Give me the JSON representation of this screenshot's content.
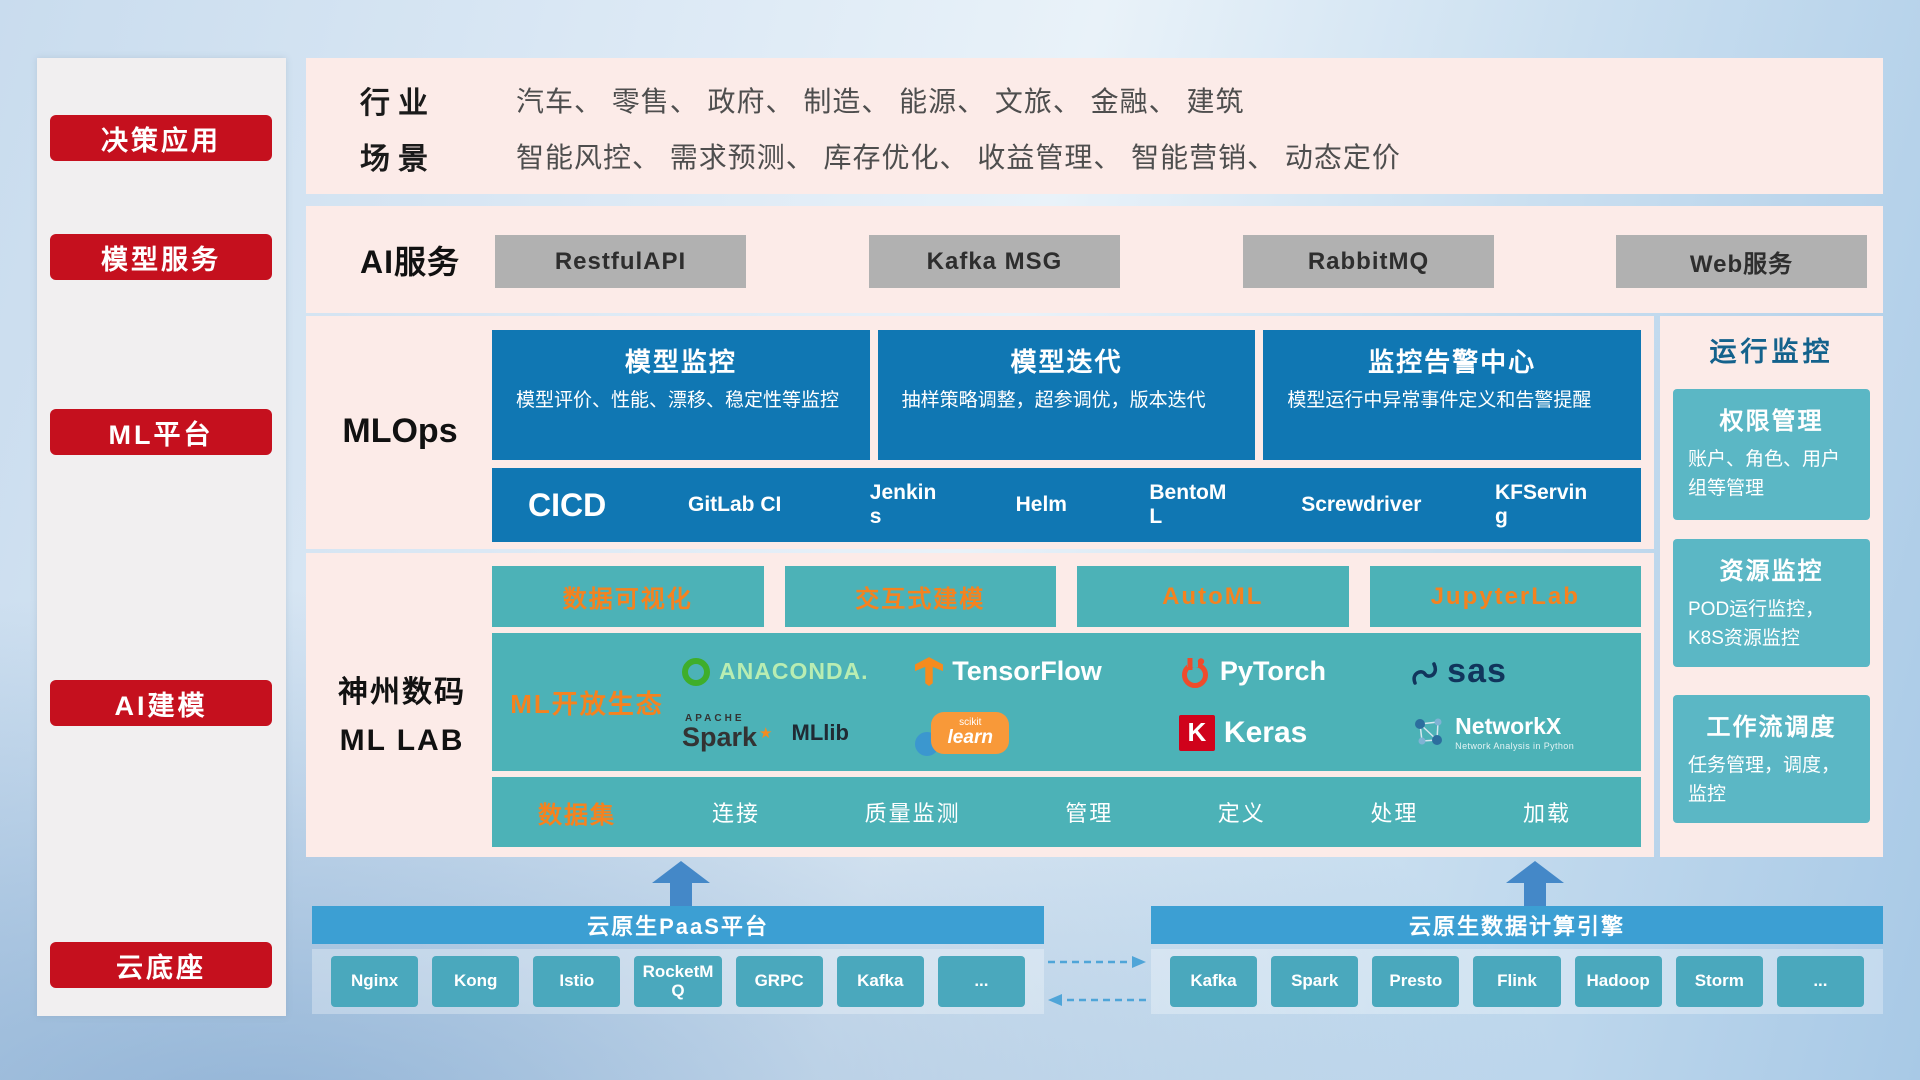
{
  "colors": {
    "red": "#c5101e",
    "pink": "#fcebe8",
    "blue": "#1077b3",
    "teal": "#4cb2b7",
    "tealLight": "#5bb7c5",
    "orange": "#f5821f",
    "grayBtn": "#b1b1b1",
    "headerBlue": "#3c9fd3",
    "btnTeal": "#4aa8bd",
    "arrowBlue": "#4488c8",
    "sidebarBg": "#f1eff0",
    "darkTitle": "#14628c"
  },
  "sidebar": {
    "items": [
      {
        "label": "决策应用"
      },
      {
        "label": "模型服务"
      },
      {
        "label": "ML平台"
      },
      {
        "label": "AI建模"
      },
      {
        "label": "云底座"
      }
    ]
  },
  "industry": {
    "row1_label": "行业",
    "row1_value": "汽车、 零售、 政府、 制造、 能源、 文旅、 金融、 建筑",
    "row2_label": "场景",
    "row2_value": "智能风控、 需求预测、 库存优化、 收益管理、 智能营销、 动态定价"
  },
  "ai_service": {
    "label": "AI服务",
    "services": [
      "RestfulAPI",
      "Kafka MSG",
      "RabbitMQ",
      "Web服务"
    ]
  },
  "mlops": {
    "label": "MLOps",
    "cards": [
      {
        "title": "模型监控",
        "desc": "模型评价、性能、漂移、稳定性等监控"
      },
      {
        "title": "模型迭代",
        "desc": "抽样策略调整，超参调优，版本迭代"
      },
      {
        "title": "监控告警中心",
        "desc": "模型运行中异常事件定义和告警提醒"
      }
    ],
    "cicd_label": "CICD",
    "cicd_tools": [
      "GitLab CI",
      "Jenkins",
      "Helm",
      "BentoML",
      "Screwdriver",
      "KFServing"
    ]
  },
  "mllab": {
    "label_line1": "神州数码",
    "label_line2": "ML LAB",
    "top_tools": [
      "数据可视化",
      "交互式建模",
      "AutoML",
      "JupyterLab"
    ],
    "eco_label": "ML开放生态",
    "logos": {
      "anaconda": "ANACONDA.",
      "tensorflow": "TensorFlow",
      "pytorch": "PyTorch",
      "sas": "sas",
      "apache": "APACHE",
      "spark": "Spark",
      "mllib": "MLlib",
      "scikit_top": "scikit",
      "scikit": "learn",
      "keras_k": "K",
      "keras": "Keras",
      "networkx": "NetworkX",
      "networkx_sub": "Network Analysis in Python"
    },
    "dataset_label": "数据集",
    "dataset_items": [
      "连接",
      "质量监测",
      "管理",
      "定义",
      "处理",
      "加载"
    ]
  },
  "monitor": {
    "title": "运行监控",
    "cards": [
      {
        "title": "权限管理",
        "desc": "账户、角色、用户组等管理"
      },
      {
        "title": "资源监控",
        "desc": "POD运行监控，K8S资源监控"
      },
      {
        "title": "工作流调度",
        "desc": "任务管理，调度，监控"
      }
    ]
  },
  "foundation": {
    "paas_title": "云原生PaaS平台",
    "paas_items": [
      "Nginx",
      "Kong",
      "Istio",
      "RocketMQ",
      "GRPC",
      "Kafka",
      "..."
    ],
    "engine_title": "云原生数据计算引擎",
    "engine_items": [
      "Kafka",
      "Spark",
      "Presto",
      "Flink",
      "Hadoop",
      "Storm",
      "..."
    ]
  }
}
